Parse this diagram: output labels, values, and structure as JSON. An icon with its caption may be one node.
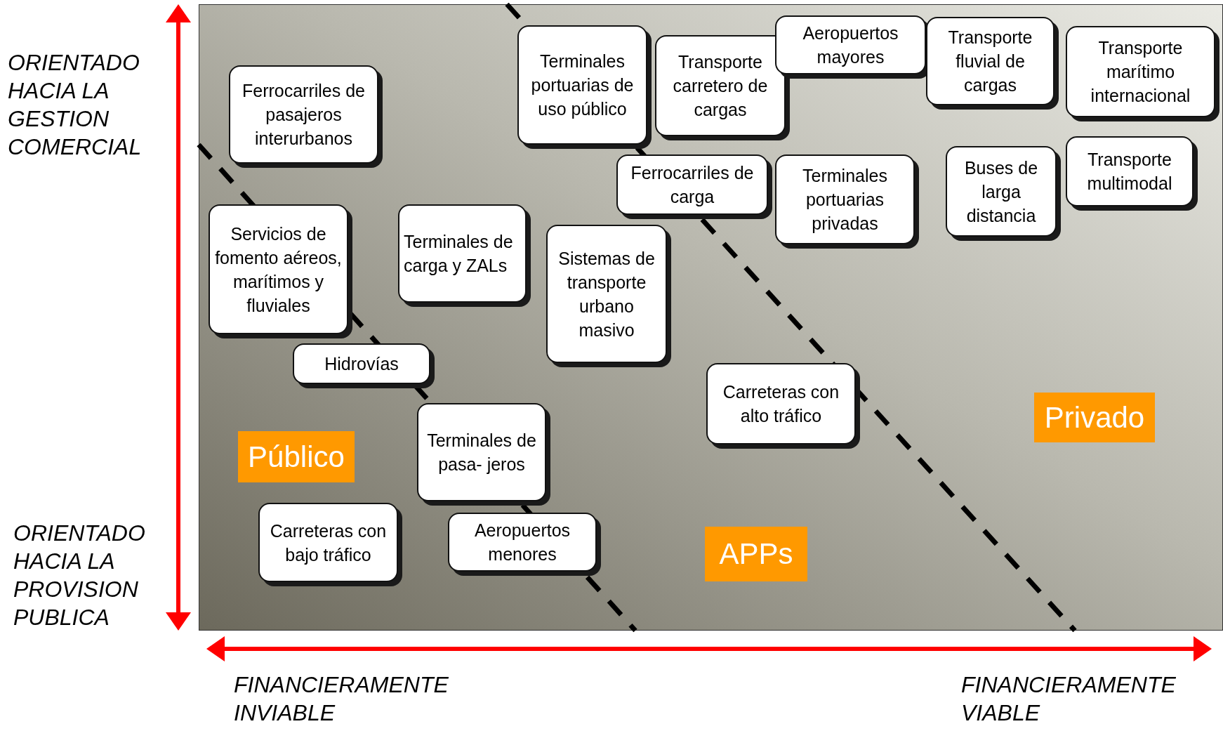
{
  "diagram": {
    "nodes": [
      {
        "text": [
          "Ferrocarriles de pasajeros interurbanos"
        ]
      },
      {
        "text": [
          "Terminales portuarias de uso público"
        ]
      },
      {
        "text": [
          "Transporte carretero de cargas"
        ]
      },
      {
        "text": [
          "Aeropuertos mayores"
        ]
      },
      {
        "text": [
          "Transporte fluvial de cargas"
        ]
      },
      {
        "text": [
          "Transporte marítimo internacional"
        ]
      },
      {
        "text": [
          "Ferrocarriles de carga"
        ]
      },
      {
        "text": [
          "Terminales portuarias privadas"
        ]
      },
      {
        "text": [
          "Buses de larga distancia"
        ]
      },
      {
        "text": [
          "Transporte multimodal"
        ]
      },
      {
        "text": [
          "Servicios de fomento aéreos, marítimos y fluviales"
        ]
      },
      {
        "text": [
          "Terminales de carga y ZALs"
        ]
      },
      {
        "text": [
          "Sistemas de transporte urbano masivo"
        ]
      },
      {
        "text": [
          "Hidrovías"
        ]
      },
      {
        "text": [
          "Carreteras con alto tráfico"
        ]
      },
      {
        "text": [
          "Privado"
        ]
      },
      {
        "text": [
          "Terminales de pasa- jeros"
        ]
      },
      {
        "text": [
          "Público"
        ]
      },
      {
        "text": [
          "Carreteras con bajo tráfico"
        ]
      },
      {
        "text": [
          "Aeropuertos menores"
        ]
      },
      {
        "text": [
          "APPs"
        ]
      }
    ],
    "edges": [],
    "labels": [
      "ORIENTADO HACIA LA GESTION COMERCIAL",
      "ORIENTADO HACIA LA PROVISION PUBLICA",
      "FINANCIERAMENTE INVIABLE",
      "FINANCIERAMENTE VIABLE"
    ]
  }
}
